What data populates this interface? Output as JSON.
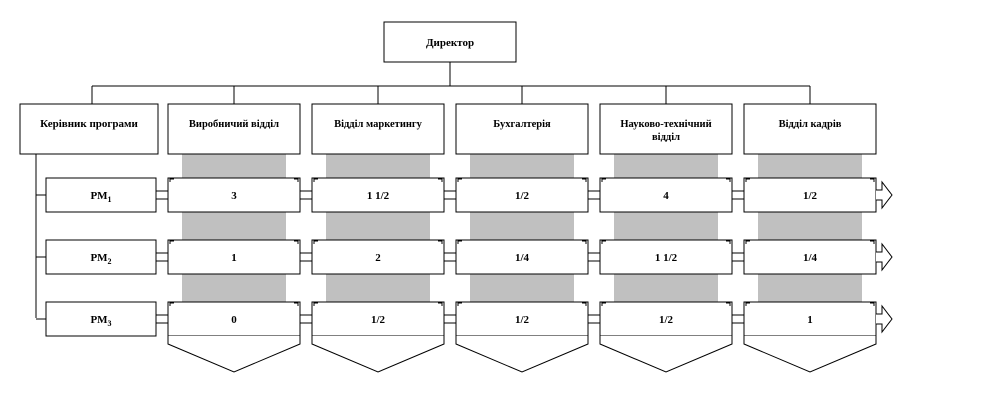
{
  "director": {
    "label": "Директор"
  },
  "manager": {
    "label": "Керівник програми"
  },
  "departments": [
    {
      "label": "Виробничий відділ",
      "lines": [
        "Виробничий відділ"
      ]
    },
    {
      "label": "Відділ маркетингу",
      "lines": [
        "Відділ   маркетингу"
      ]
    },
    {
      "label": "Бухгалтерія",
      "lines": [
        "Бухгалтерія"
      ]
    },
    {
      "label": "Науково-технічний відділ",
      "lines": [
        "Науково-технічний",
        "відділ"
      ]
    },
    {
      "label": "Відділ кадрів",
      "lines": [
        "Відділ  кадрів"
      ]
    }
  ],
  "projects": [
    {
      "base": "PM",
      "sub": "1",
      "values": [
        "3",
        "1 1/2",
        "1/2",
        "4",
        "1/2"
      ]
    },
    {
      "base": "PM",
      "sub": "2",
      "values": [
        "1",
        "2",
        "1/4",
        "1 1/2",
        "1/4"
      ]
    },
    {
      "base": "PM",
      "sub": "3",
      "values": [
        "0",
        "1/2",
        "1/2",
        "1/2",
        "1"
      ]
    }
  ],
  "colors": {
    "line": "#000000",
    "shade": "#c0c0c0",
    "box": "#ffffff"
  }
}
